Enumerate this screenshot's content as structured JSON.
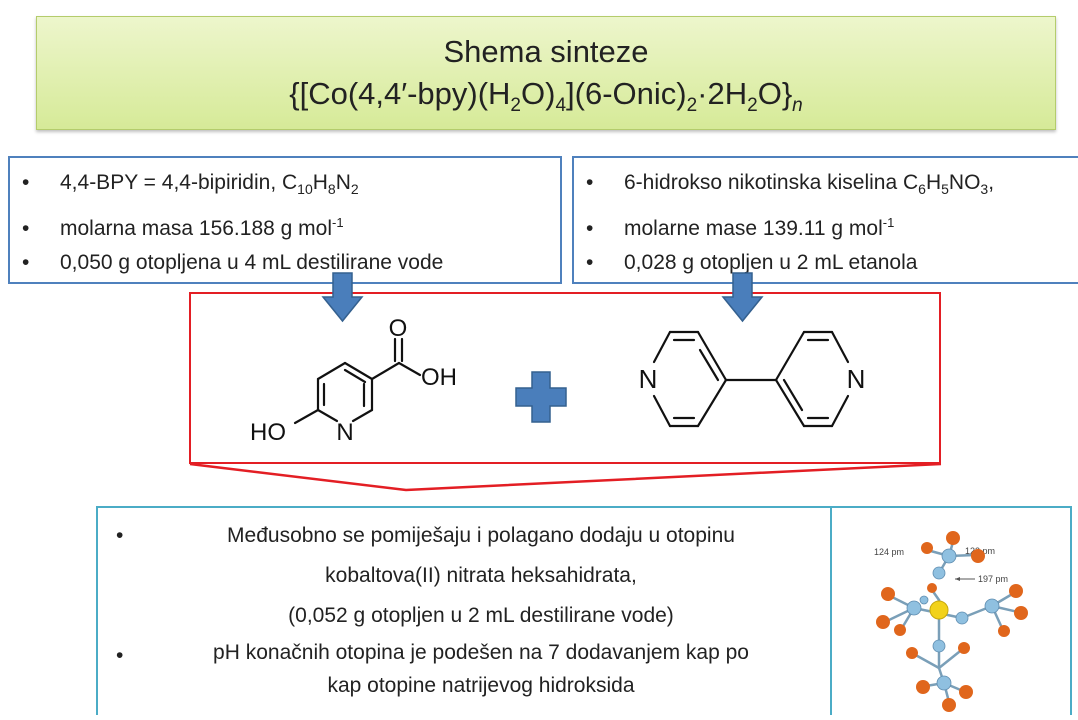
{
  "title": {
    "line1": "Shema sinteze",
    "formula_parts": [
      "{[Co(4,4′-bpy)(H",
      "2",
      "O)",
      "4",
      "](6-Onic)",
      "2",
      "·2H",
      "2",
      "O}",
      "n"
    ]
  },
  "left_box": {
    "items": [
      {
        "bullet": "•",
        "parts": [
          "4,4-BPY  =  4,4-bipiridin, C",
          "10",
          "H",
          "8",
          "N",
          "2"
        ]
      },
      {
        "bullet": "•",
        "parts": [
          "molarna masa 156.188 g mol",
          "-1"
        ]
      },
      {
        "bullet": "•",
        "parts": [
          "0,050 g otopljena u 4 mL destilirane vode"
        ]
      }
    ]
  },
  "right_box": {
    "items": [
      {
        "bullet": "•",
        "parts": [
          "6-hidrokso nikotinska kiselina C",
          "6",
          "H",
          "5",
          "NO",
          "3",
          ","
        ]
      },
      {
        "bullet": "•",
        "parts": [
          "molarne mase 139.11 g mol",
          "-1"
        ]
      },
      {
        "bullet": "•",
        "parts": [
          "0,028 g otopljen u 2 mL etanola"
        ]
      }
    ]
  },
  "molecules": {
    "nicotinic_acid": {
      "atom_o": "O",
      "atom_oh": "OH",
      "atom_ho": "HO",
      "atom_n": "N"
    },
    "bipyridine": {
      "atom_n_left": "N",
      "atom_n_right": "N"
    }
  },
  "bottom_box": {
    "items": [
      {
        "bullet": "•",
        "lines": [
          "Međusobno se pomiješaju i polagano dodaju u otopinu",
          "kobaltova(II) nitrata heksahidrata,",
          "(0,052 g otopljen u 2 mL destilirane vode)"
        ]
      },
      {
        "bullet": "•",
        "lines": [
          "pH konačnih otopina je podešen na 7 dodavanjem kap po",
          "kap otopine natrijevog hidroksida"
        ]
      }
    ]
  },
  "structure_image": {
    "label_124": "124 pm",
    "label_123": "123 pm",
    "label_197": "197 pm"
  },
  "colors": {
    "blue_border": "#4f81bd",
    "red_border": "#e31e24",
    "cyan_border": "#4bacc6",
    "title_green": "#d6ea98",
    "arrow_blue": "#4a7ebb",
    "atom_orange": "#e0661c",
    "atom_blue": "#8fc0e0",
    "atom_yellow": "#f2d21a"
  }
}
